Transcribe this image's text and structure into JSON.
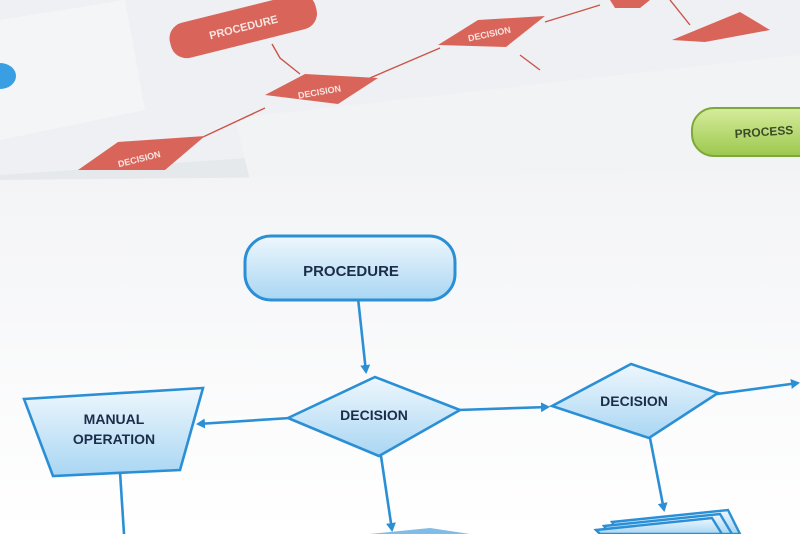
{
  "scene": {
    "description_labels": {
      "main_procedure": "PROCEDURE",
      "main_decision_1": "DECISION",
      "main_decision_2": "DECISION",
      "main_manual_line1": "MANUAL",
      "main_manual_line2": "OPERATION",
      "back_procedure": "PROCEDURE",
      "back_decision_1": "DECISION",
      "back_decision_2": "DECISION",
      "back_decision_3": "DECISION",
      "green_procedure": "PROCESS"
    },
    "colors": {
      "blue_stroke": "#2b8fd6",
      "blue_fill_top": "#eef7fd",
      "blue_fill_bottom": "#a9d6f3",
      "blue_text": "#1c2d4a",
      "red_fill": "#d9655a",
      "red_text": "#f6e6e2",
      "green_fill": "#b6d86a",
      "green_stroke": "#7fa83a",
      "paper": "#f7f8f9",
      "paper_back": "#eef0f2"
    }
  }
}
